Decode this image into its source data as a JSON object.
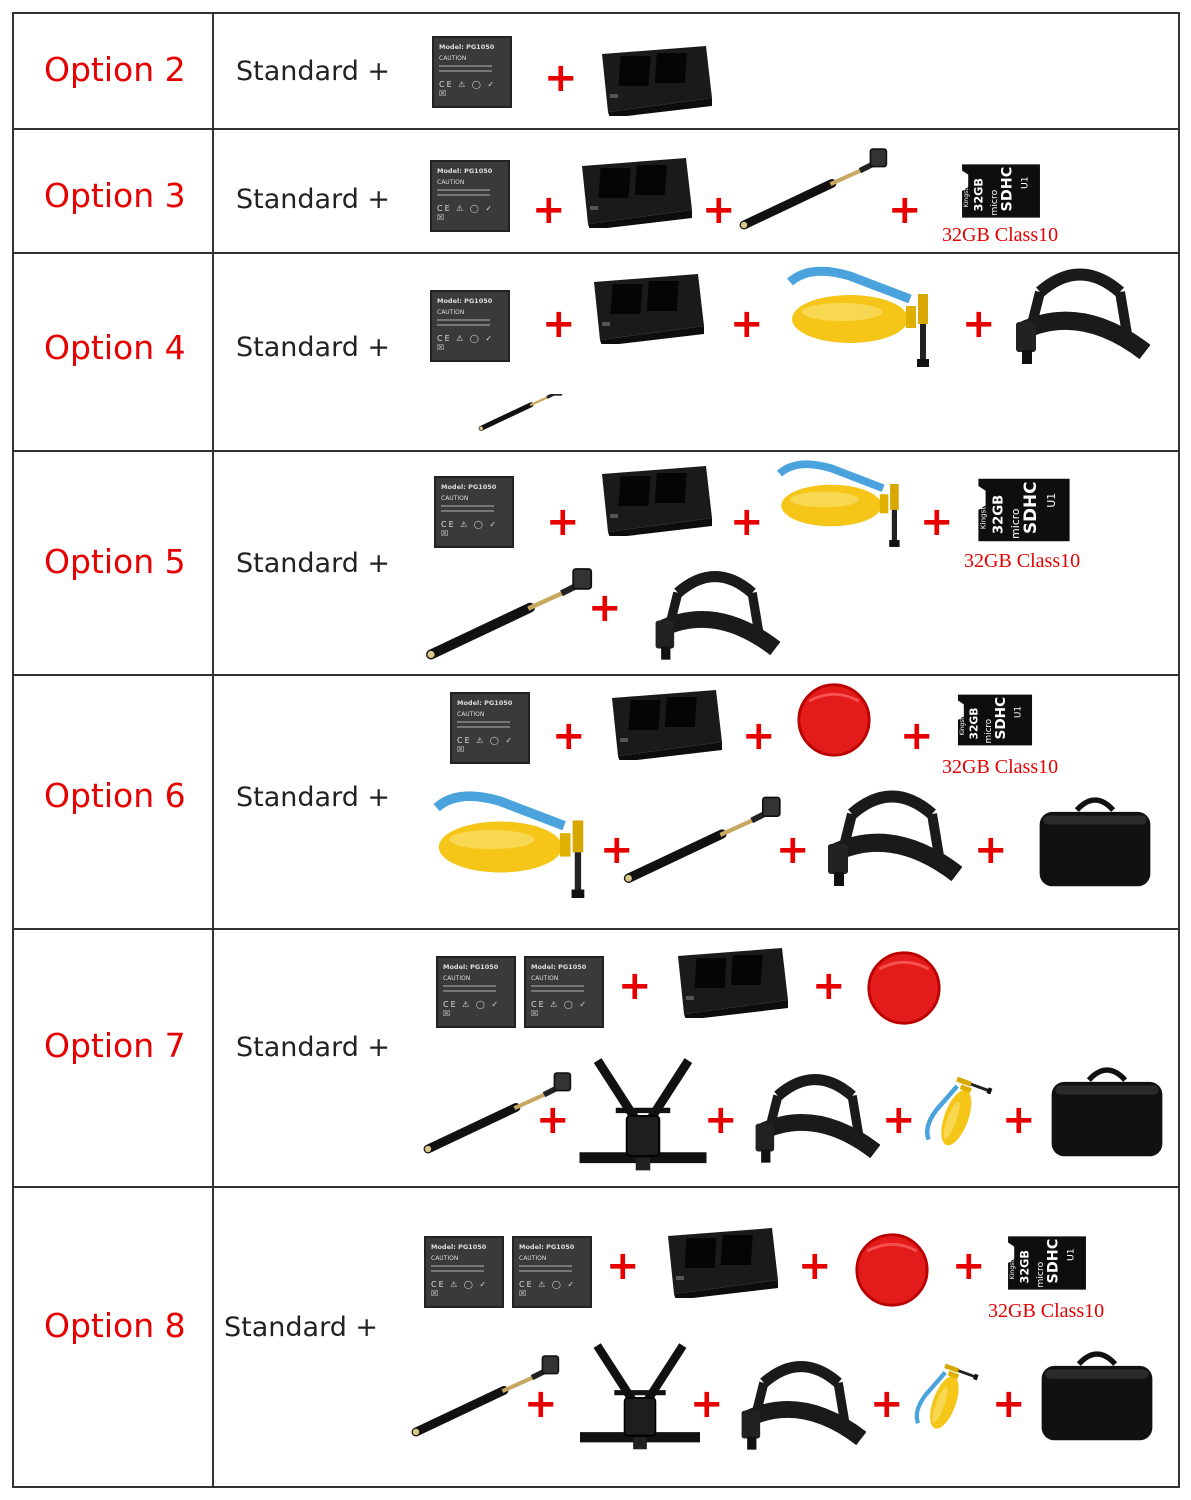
{
  "rows": [
    {
      "option": "Option  2",
      "standard": "Standard +"
    },
    {
      "option": "Option  3",
      "standard": "Standard +",
      "caption": "32GB Class10"
    },
    {
      "option": "Option  4",
      "standard": "Standard +"
    },
    {
      "option": "Option  5",
      "standard": "Standard +",
      "caption": "32GB Class10"
    },
    {
      "option": "Option  6",
      "standard": "Standard +",
      "caption": "32GB Class10"
    },
    {
      "option": "Option  7",
      "standard": "Standard +"
    },
    {
      "option": "Option  8",
      "standard": "Standard +",
      "caption": "32GB Class10"
    }
  ],
  "plus_sign": "+",
  "battery": {
    "model": "Model: PG1050",
    "caution": "CAUTION",
    "symbols": "CE ⚠ ◯ ✓ ☒"
  },
  "memory_card": {
    "brand": "Kingston",
    "capacity": "32GB",
    "type": "micro SDHC"
  },
  "colors": {
    "option_text": "#e60000",
    "plus": "#e60000",
    "text": "#222222",
    "border": "#333333"
  },
  "icons": [
    "battery-icon",
    "dual-charger-icon",
    "selfie-stick-icon",
    "micro-sd-card-icon",
    "floating-grip-icon",
    "head-strap-icon",
    "red-filter-icon",
    "carry-case-icon",
    "chest-harness-icon"
  ]
}
